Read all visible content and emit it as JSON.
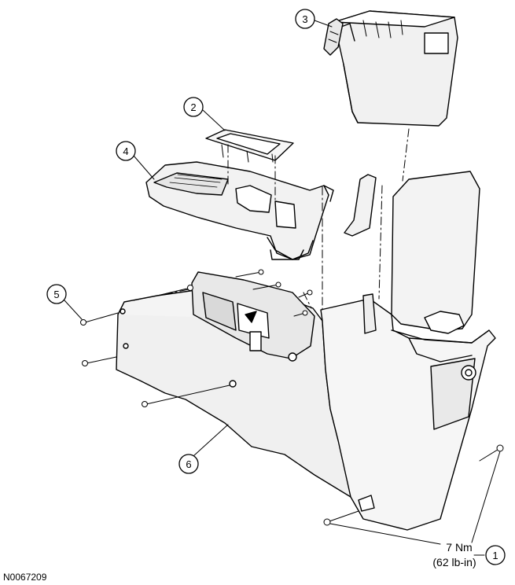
{
  "figure": {
    "reference_code": "N0067209",
    "callouts": [
      {
        "id": "1",
        "label": "1"
      },
      {
        "id": "2",
        "label": "2"
      },
      {
        "id": "3",
        "label": "3"
      },
      {
        "id": "4",
        "label": "4"
      },
      {
        "id": "5",
        "label": "5"
      },
      {
        "id": "6",
        "label": "6"
      }
    ],
    "torque": {
      "metric": "7 Nm",
      "imperial": "(62 lb-in)"
    }
  }
}
